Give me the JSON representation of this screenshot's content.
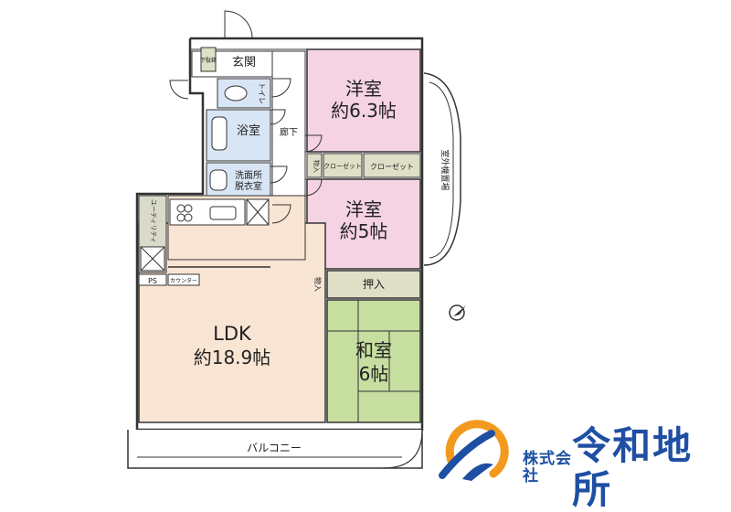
{
  "rooms": {
    "genkan": "玄関",
    "getabako": "下駄箱",
    "toilet": "トイレ",
    "bath": "浴室",
    "washroom_line1": "洗面所",
    "washroom_line2": "脱衣室",
    "corridor": "廊下",
    "western1_name": "洋室",
    "western1_size": "約6.3帖",
    "western2_name": "洋室",
    "western2_size": "約5帖",
    "storage1": "物入",
    "storage2": "物入",
    "closet_small": "クローゼット",
    "closet_large": "クローゼット",
    "oshiire": "押入",
    "japanese_name": "和室",
    "japanese_size": "6帖",
    "ldk_name": "LDK",
    "ldk_size": "約18.9帖",
    "utility": "ユーティリティ",
    "ps": "PS",
    "counter": "カウンター",
    "balcony": "バルコニー",
    "outdoor_unit": "室外機置場"
  },
  "company": {
    "prefix": "株式会社",
    "name": "令和地所"
  },
  "colors": {
    "western_room": "#f5d3e2",
    "japanese_room": "#c6dea0",
    "ldk": "#f9e5d3",
    "wet_area": "#d8e5f4",
    "storage": "#dfdfc7",
    "utility": "#dadacb",
    "brand_blue": "#1f4fa3",
    "brand_orange": "#f39a1e"
  }
}
